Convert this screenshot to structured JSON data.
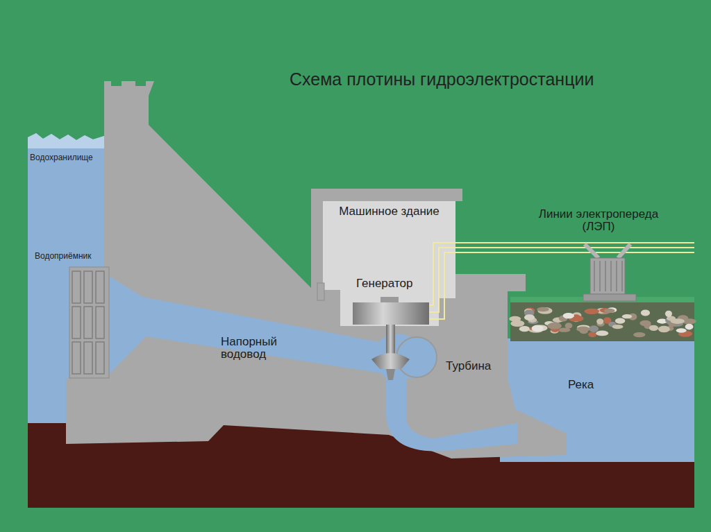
{
  "diagram": {
    "title": "Схема плотины гидроэлектростанции",
    "nodes": [
      {
        "text": [
          "Машинное здание",
          "Генератор"
        ]
      }
    ],
    "labels": [
      "Водохранилище",
      "Водоприёмник",
      "Напорный водовод",
      "Турбина",
      "Река",
      "Линии электропереда (ЛЭП)"
    ]
  }
}
